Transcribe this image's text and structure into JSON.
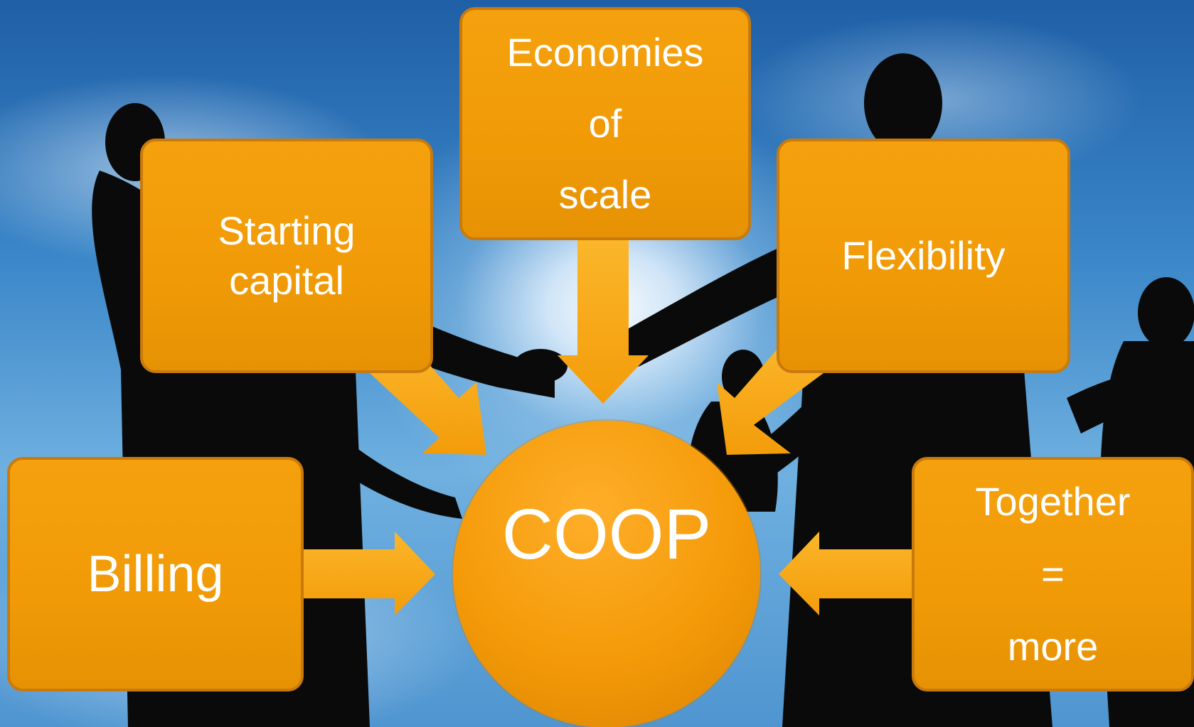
{
  "diagram": {
    "center": {
      "label": "COOP"
    },
    "nodes": {
      "economies": {
        "lines": [
          "Economies",
          "of",
          "scale"
        ]
      },
      "starting_capital": {
        "lines": [
          "Starting",
          "capital"
        ]
      },
      "flexibility": {
        "lines": [
          "Flexibility"
        ]
      },
      "billing": {
        "lines": [
          "Billing"
        ]
      },
      "together": {
        "lines": [
          "Together",
          "=",
          "more"
        ]
      }
    },
    "edges": [
      {
        "from": "Economies of scale",
        "to": "COOP"
      },
      {
        "from": "Starting capital",
        "to": "COOP"
      },
      {
        "from": "Flexibility",
        "to": "COOP"
      },
      {
        "from": "Billing",
        "to": "COOP"
      },
      {
        "from": "Together = more",
        "to": "COOP"
      }
    ]
  },
  "colors": {
    "box_fill": "#f39c0a",
    "box_border": "#c97a0c",
    "arrow": "#f7a81b",
    "text": "#ffffff",
    "sky": "#3a86c8"
  }
}
